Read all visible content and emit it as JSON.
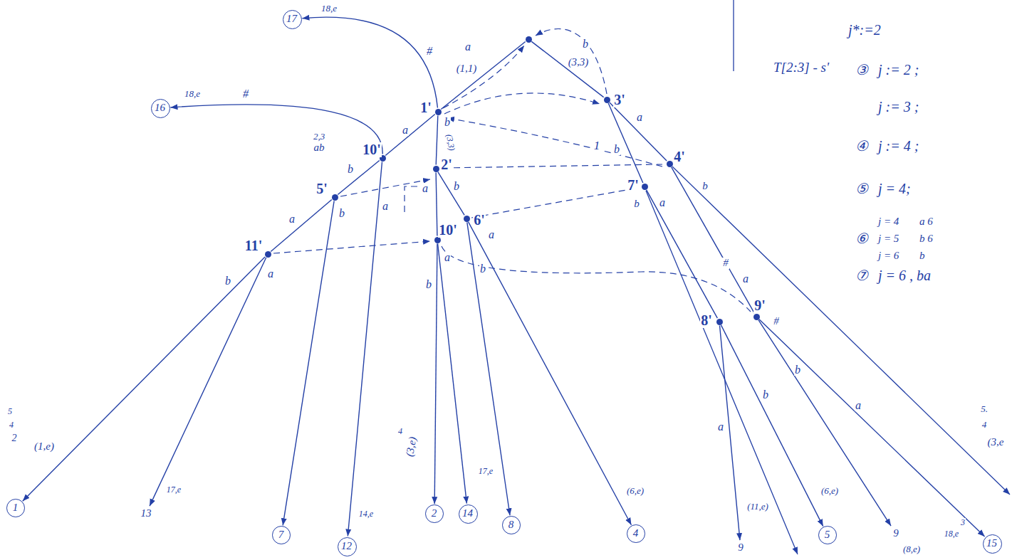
{
  "diagram": {
    "nodes": [
      {
        "text": []
      },
      {
        "text": [
          "1'"
        ]
      },
      {
        "text": [
          "3'"
        ]
      },
      {
        "text": [
          "10'"
        ]
      },
      {
        "text": [
          "2'"
        ]
      },
      {
        "text": [
          "5'"
        ]
      },
      {
        "text": [
          "6'"
        ]
      },
      {
        "text": [
          "10'"
        ]
      },
      {
        "text": [
          "11'"
        ]
      },
      {
        "text": [
          "4'"
        ]
      },
      {
        "text": [
          "7'"
        ]
      },
      {
        "text": [
          "8'"
        ]
      },
      {
        "text": [
          "9'"
        ]
      },
      {
        "text": [
          "1"
        ]
      },
      {
        "text": [
          "13"
        ]
      },
      {
        "text": [
          "7"
        ]
      },
      {
        "text": [
          "12"
        ]
      },
      {
        "text": [
          "2"
        ]
      },
      {
        "text": [
          "14"
        ]
      },
      {
        "text": [
          "8"
        ]
      },
      {
        "text": [
          "4"
        ]
      },
      {
        "text": [
          "9"
        ]
      },
      {
        "text": [
          "5"
        ]
      },
      {
        "text": [
          "9"
        ]
      },
      {
        "text": [
          "15"
        ]
      },
      {
        "text": [
          "16"
        ]
      },
      {
        "text": [
          "17"
        ]
      }
    ],
    "edges": [
      {
        "from": 0,
        "to": 1,
        "arrow": "none",
        "label": "a"
      },
      {
        "from": 0,
        "to": 2,
        "arrow": "none",
        "label": "b"
      },
      {
        "from": 1,
        "to": 3,
        "arrow": "none",
        "label": "a"
      },
      {
        "from": 3,
        "to": 5,
        "arrow": "none",
        "label": "b"
      },
      {
        "from": 5,
        "to": 8,
        "arrow": "none",
        "label": "a"
      },
      {
        "from": 8,
        "to": 13,
        "arrow": "to",
        "label": "b"
      },
      {
        "from": 8,
        "to": 14,
        "arrow": "to",
        "label": "a"
      },
      {
        "from": 5,
        "to": 15,
        "arrow": "to",
        "label": "b"
      },
      {
        "from": 3,
        "to": 16,
        "arrow": "to",
        "label": "a"
      },
      {
        "from": 3,
        "to": 25,
        "arrow": "to",
        "label": "#"
      },
      {
        "from": 1,
        "to": 26,
        "arrow": "to",
        "label": "#"
      },
      {
        "from": 1,
        "to": 4,
        "arrow": "none",
        "label": "b"
      },
      {
        "from": 4,
        "to": 7,
        "arrow": "none",
        "label": "a"
      },
      {
        "from": 4,
        "to": 6,
        "arrow": "none",
        "label": "b"
      },
      {
        "from": 7,
        "to": 17,
        "arrow": "to",
        "label": "b"
      },
      {
        "from": 7,
        "to": 18,
        "arrow": "to",
        "label": "a"
      },
      {
        "from": 6,
        "to": 19,
        "arrow": "to",
        "label": "b"
      },
      {
        "from": 6,
        "to": 20,
        "arrow": "to",
        "label": "a"
      },
      {
        "from": 2,
        "to": 9,
        "arrow": "none",
        "label": "a"
      },
      {
        "from": 2,
        "to": 10,
        "arrow": "none",
        "label": "b"
      },
      {
        "from": 10,
        "to": 11,
        "arrow": "none",
        "label": "a"
      },
      {
        "from": 9,
        "to": 12,
        "arrow": "none",
        "label": "a"
      },
      {
        "from": 11,
        "to": 21,
        "arrow": "to",
        "label": "a"
      },
      {
        "from": 11,
        "to": 22,
        "arrow": "to",
        "label": "b"
      },
      {
        "from": 12,
        "to": 23,
        "arrow": "to",
        "label": "b"
      },
      {
        "from": 12,
        "to": 24,
        "arrow": "to",
        "label": "a"
      }
    ],
    "labels": [
      "(1,1)",
      "(3,3)",
      "(3,3)",
      "2,3",
      "ab",
      "18,e",
      "18,e",
      "(1,e)",
      "5",
      "4",
      "2",
      "17,e",
      "14,e",
      "(3,e)",
      "4",
      "17,e",
      "(6,e)",
      "(11,e)",
      "(6,e)",
      "(8,e)",
      "18,e",
      "3",
      "5.",
      "4",
      "(3,e",
      "1",
      "#",
      "#",
      "j*:=2",
      "T[2:3] - s'",
      "③",
      "j := 2 ;",
      "j := 3 ;",
      "④",
      "j := 4 ;",
      "⑤",
      "j = 4;",
      "⑥",
      "j = 4",
      "a 6",
      "j = 5",
      "b 6",
      "j = 6",
      "b",
      "⑦",
      "j = 6 , ba",
      "b",
      "b"
    ]
  }
}
